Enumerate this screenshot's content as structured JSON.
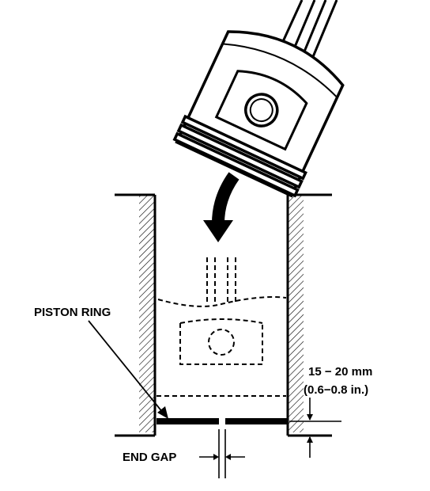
{
  "labels": {
    "piston_ring": "PISTON RING",
    "end_gap": "END GAP",
    "depth_metric": "15 − 20 mm",
    "depth_imperial": "(0.6−0.8 in.)"
  },
  "colors": {
    "ink": "#000000",
    "paper": "#ffffff"
  },
  "icons": {
    "arrow": "curved-arrow-down"
  }
}
